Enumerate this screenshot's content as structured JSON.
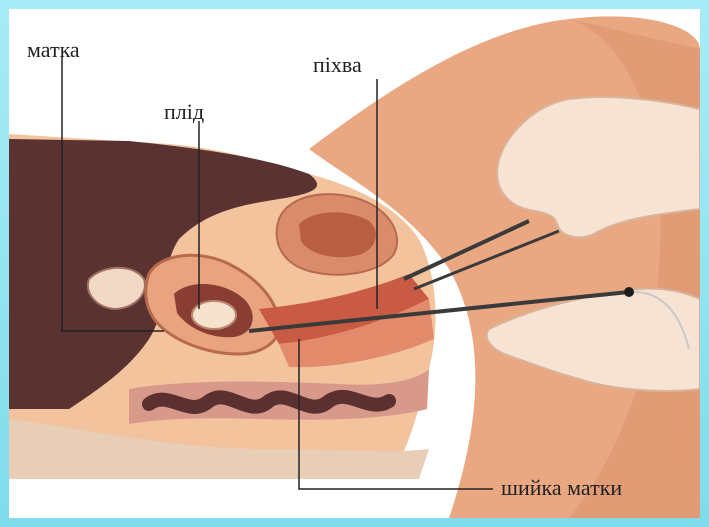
{
  "labels": {
    "uterus": "матка",
    "fetus": "плід",
    "vagina": "піхва",
    "cervix": "шийка матки"
  },
  "colors": {
    "frame": "#8fe3f0",
    "skin": "#e8a784",
    "tissue": "#f3c9a4",
    "dark_cavity": "#5a3030",
    "leader_line": "#222222",
    "instrument": "#3a3a3a"
  }
}
